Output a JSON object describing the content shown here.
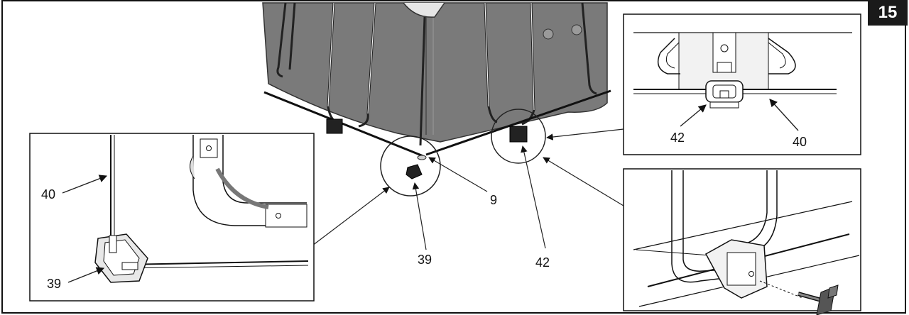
{
  "step_number": "15",
  "labels": {
    "main_nine": "9",
    "main_thirtynine": "39",
    "main_fortytwo": "42",
    "left_forty": "40",
    "left_thirtynine": "39",
    "tr_fortytwo": "42",
    "tr_forty": "40"
  },
  "icons": {
    "pool": "pool-frame-illustration",
    "clip": "leg-clip-icon",
    "pin": "locking-pin-icon"
  }
}
